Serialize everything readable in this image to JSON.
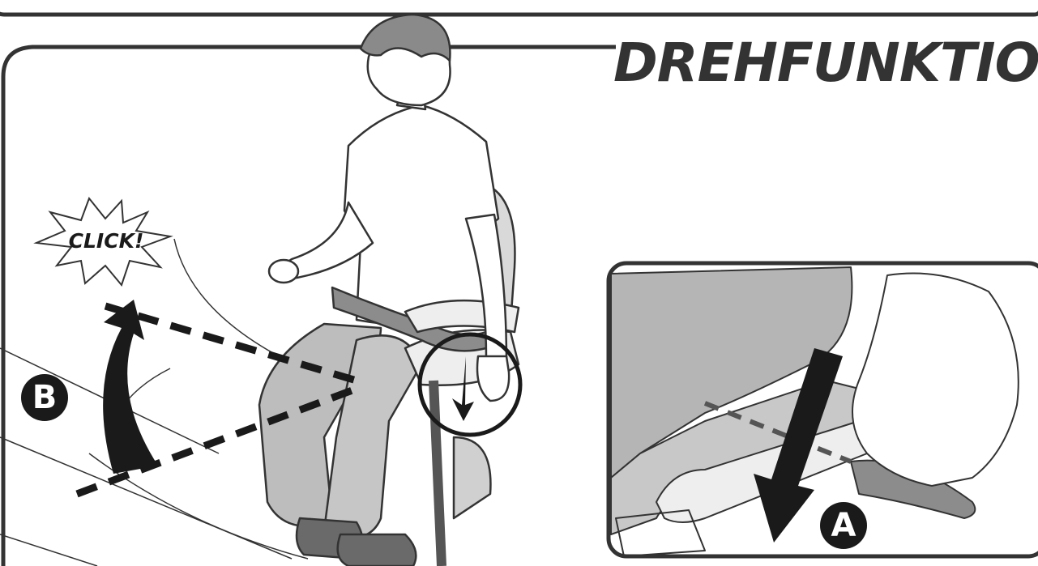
{
  "title": "DREHFUNKTION",
  "click_label": "CLICK!",
  "badge_b": "B",
  "badge_a": "A",
  "colors": {
    "outline": "#333333",
    "fill_gray": "#c8c8c8",
    "dark_gray": "#555555",
    "arrow": "#1a1a1a",
    "background": "#ffffff"
  }
}
